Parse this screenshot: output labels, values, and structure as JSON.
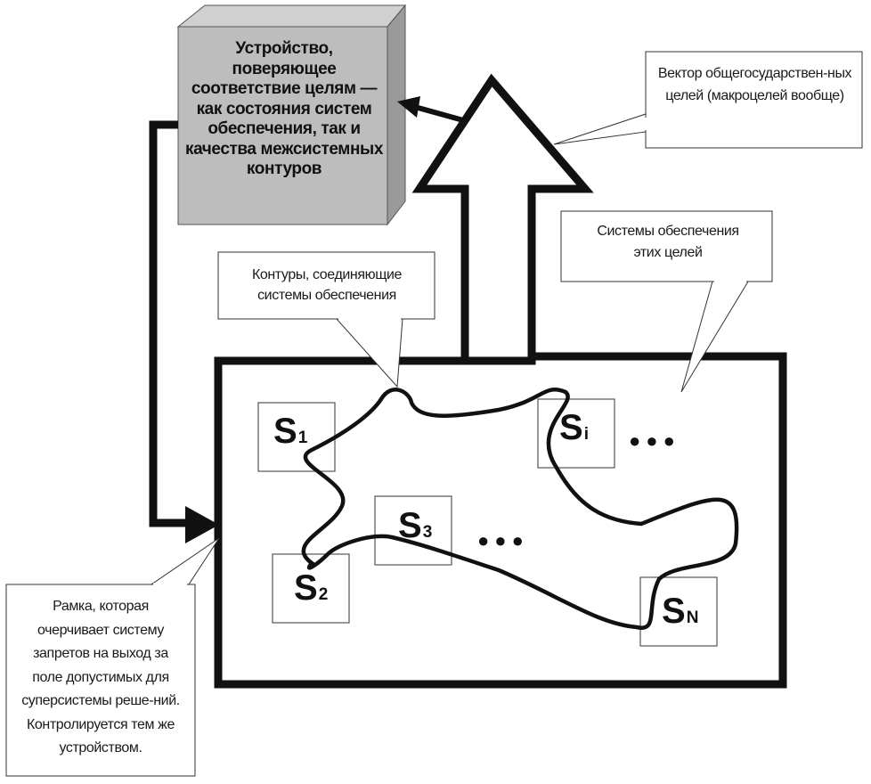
{
  "device": {
    "text": "Устройство, поверяющее соответствие целям — как состояния систем обеспечения, так и качества межсистемных контуров"
  },
  "callouts": {
    "vector": "Вектор общегосударствен-ных целей (макроцелей вообще)",
    "systems": "Системы обеспечения этих целей",
    "contours": "Контуры, соединяющие системы обеспечения",
    "frame": "Рамка, которая очерчивает систему запретов на выход за поле допустимых для суперсистемы реше-ний. Контролируется тем же устройством."
  },
  "systems": [
    {
      "id": "s1",
      "letter": "S",
      "sub": "1"
    },
    {
      "id": "s2",
      "letter": "S",
      "sub": "2"
    },
    {
      "id": "s3",
      "letter": "S",
      "sub": "3"
    },
    {
      "id": "si",
      "letter": "S",
      "sub": "i"
    },
    {
      "id": "sn",
      "letter": "S",
      "sub": "N"
    }
  ],
  "ellipsis": "●●●"
}
